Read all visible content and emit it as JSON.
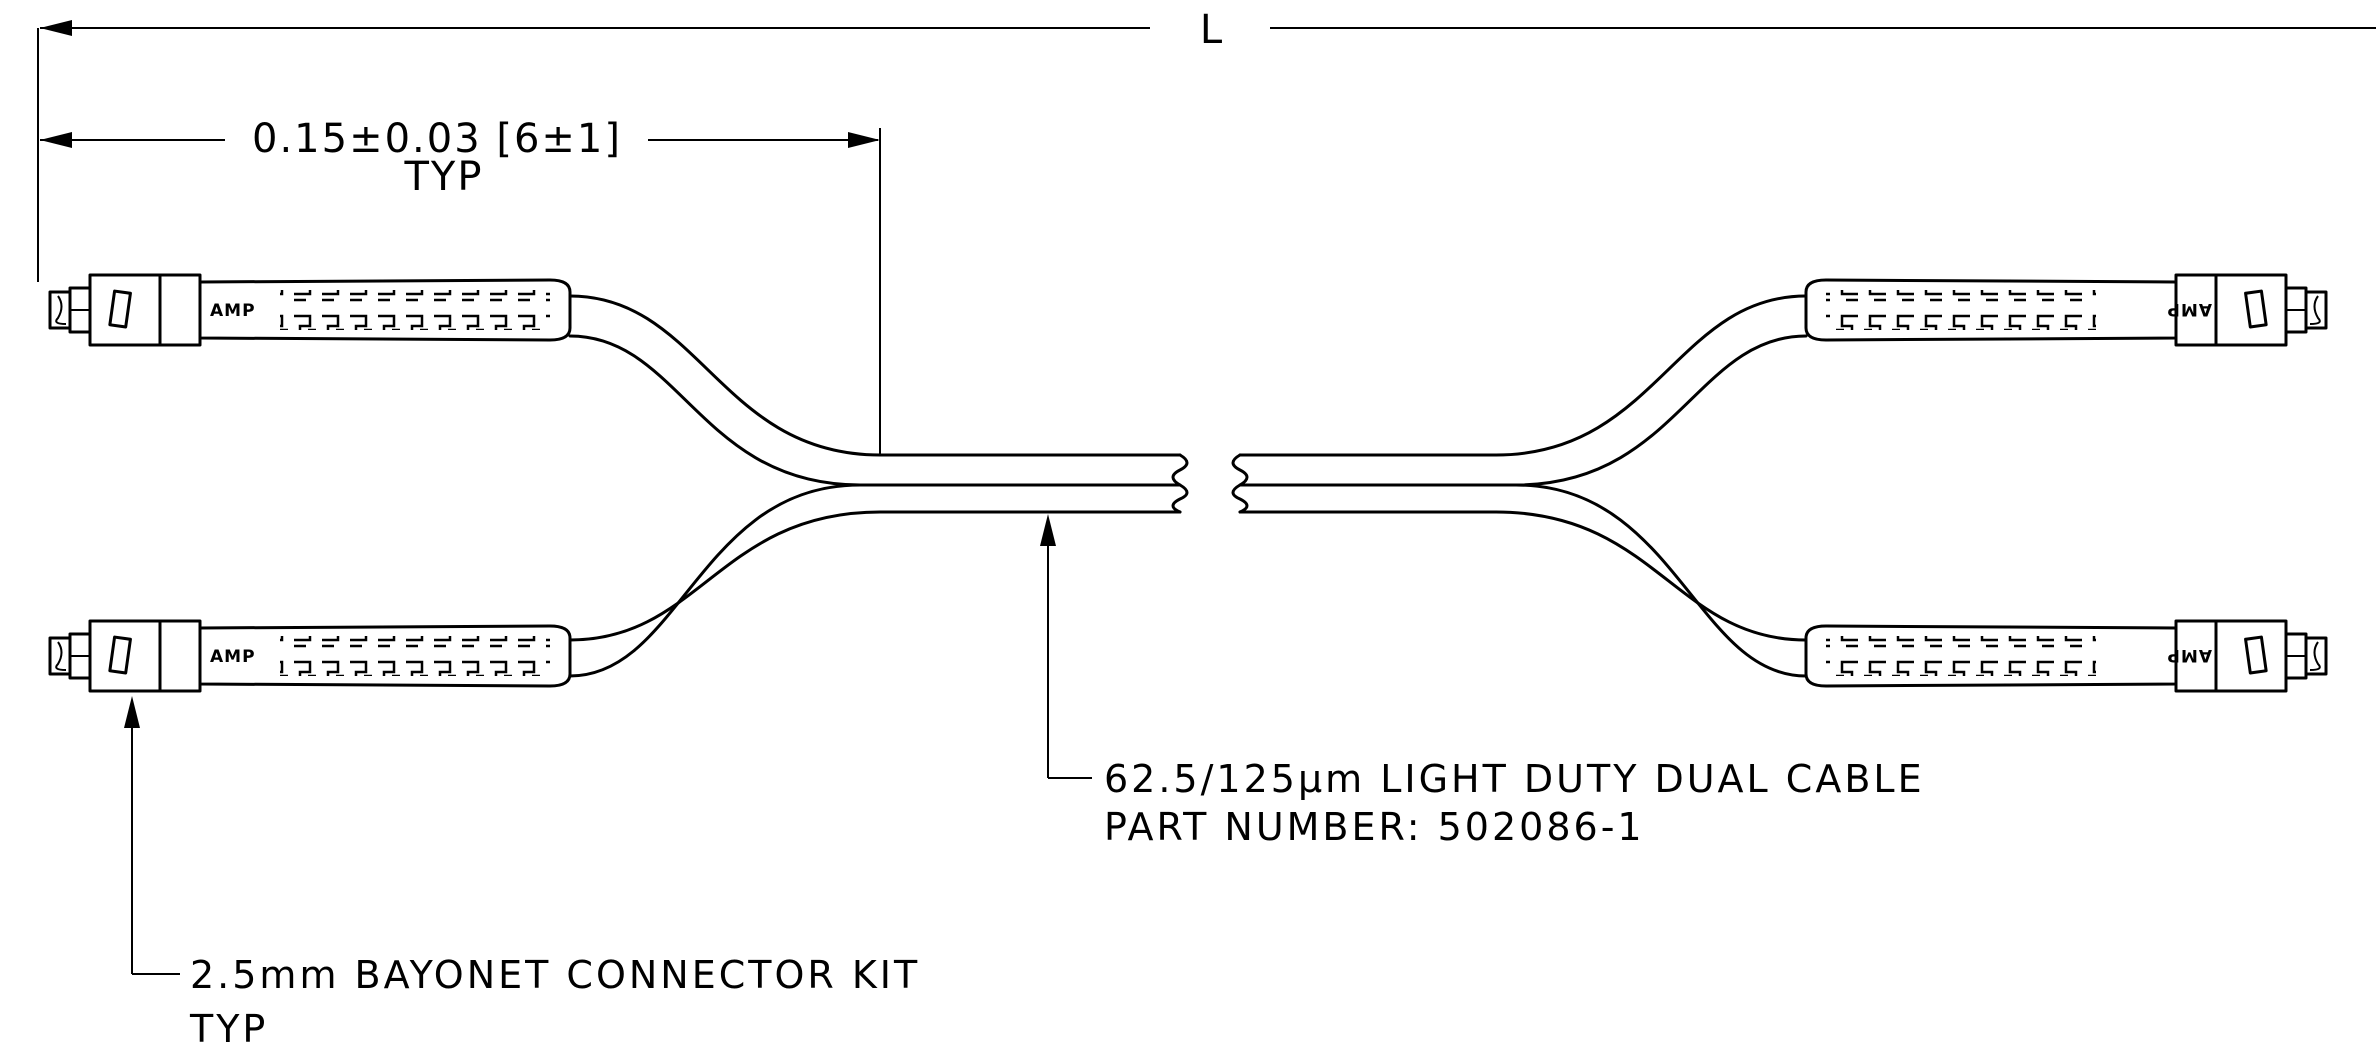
{
  "dimensions": {
    "overall_length": "L",
    "breakout_length": "0.15±0.03 [6±1]",
    "breakout_note": "TYP"
  },
  "cable_callout": {
    "line1": "62.5/125μm LIGHT DUTY DUAL CABLE",
    "line2": "PART NUMBER: 502086-1"
  },
  "connector_callout": {
    "line1": "2.5mm BAYONET CONNECTOR KIT",
    "line2": "TYP"
  },
  "connector_brand": "AMP"
}
